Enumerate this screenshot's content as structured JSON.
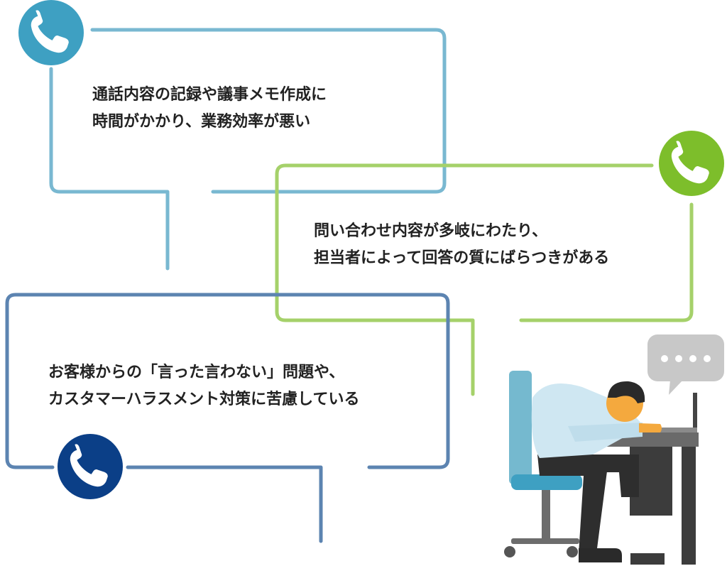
{
  "colors": {
    "blue_light": "#79B8D1",
    "blue_light_icon": "#3EA0C2",
    "green": "#A5D16A",
    "green_icon": "#7DBE2B",
    "blue_dark": "#5C84B1",
    "blue_dark_icon": "#0B3F87",
    "speech_gray": "#C8C8C8"
  },
  "bubbles": [
    {
      "lines": [
        "通話内容の記録や議事メモ作成に",
        "時間がかかり、業務効率が悪い"
      ],
      "icon": "phone-icon",
      "color": "#79B8D1",
      "icon_color": "#3EA0C2"
    },
    {
      "lines": [
        "問い合わせ内容が多岐にわたり、",
        "担当者によって回答の質にばらつきがある"
      ],
      "icon": "phone-icon",
      "color": "#A5D16A",
      "icon_color": "#7DBE2B"
    },
    {
      "lines": [
        "お客様からの「言った言わない」問題や、",
        "カスタマーハラスメント対策に苦慮している"
      ],
      "icon": "phone-icon",
      "color": "#5C84B1",
      "icon_color": "#0B3F87"
    }
  ],
  "illustration": {
    "icon": "tired-worker-at-desk-icon",
    "speech_icon": "ellipsis-speech-icon"
  }
}
